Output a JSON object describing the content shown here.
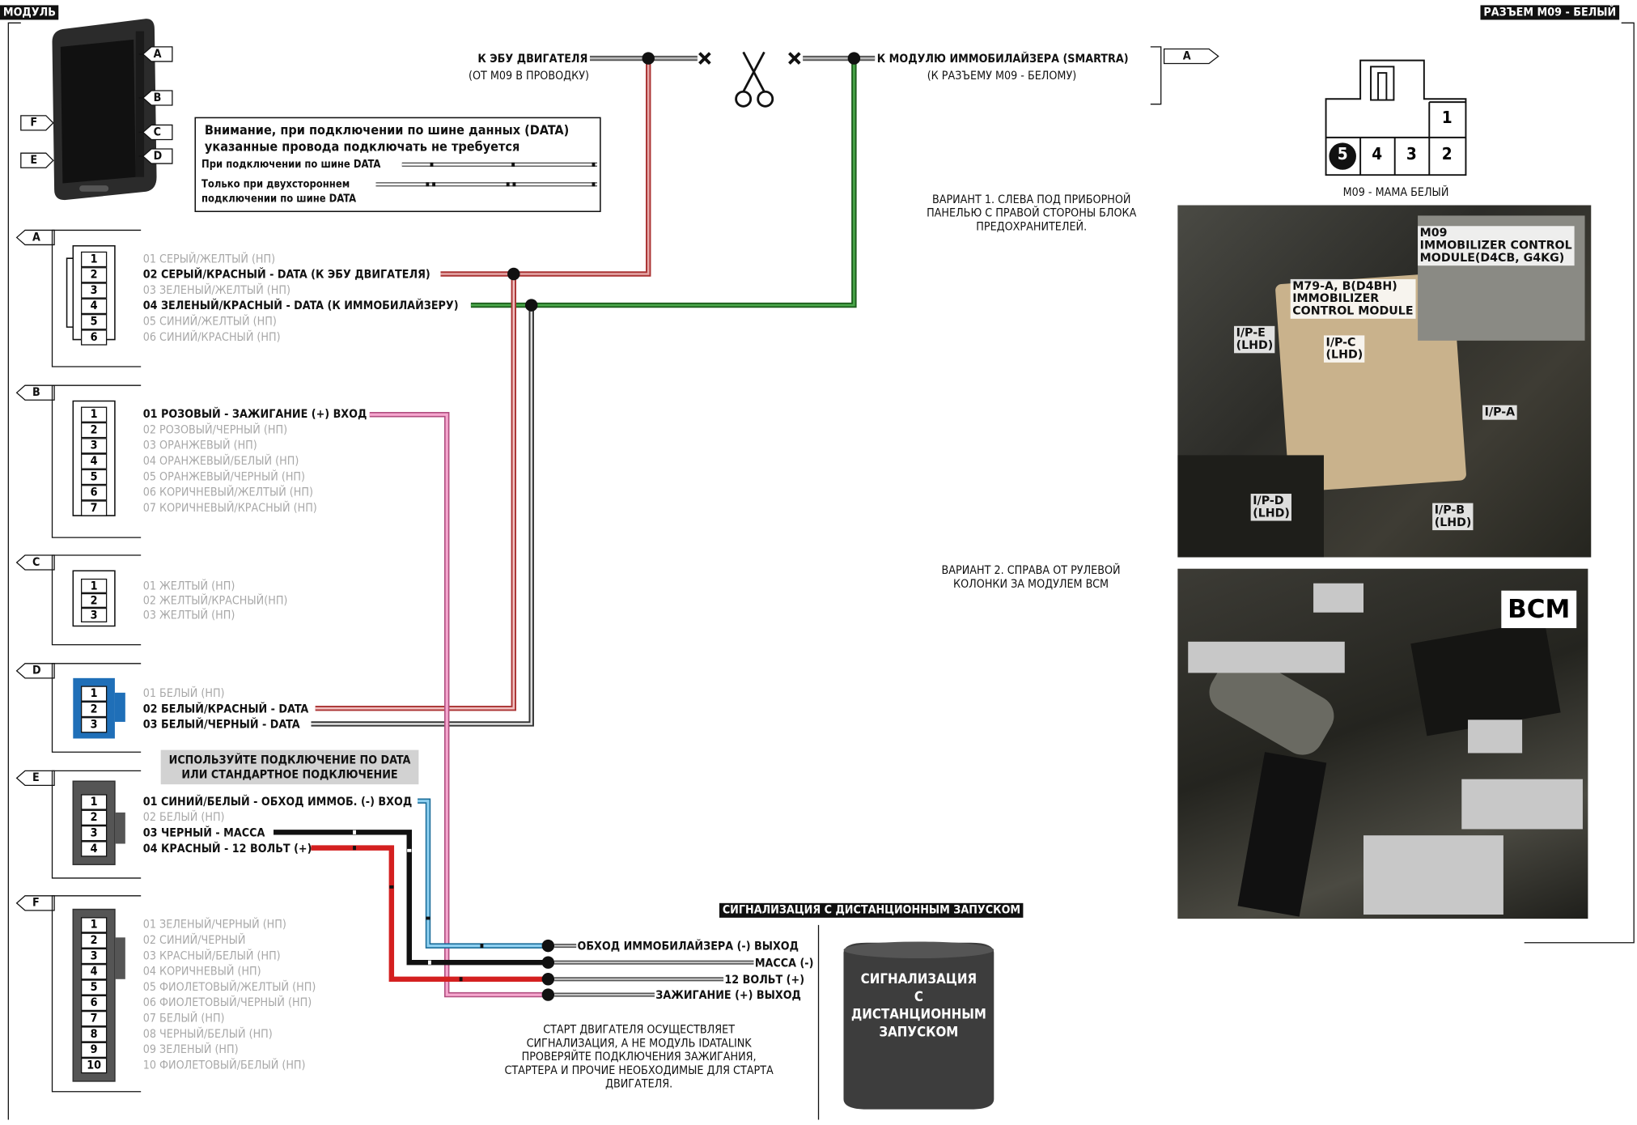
{
  "tags": {
    "module": "МОДУЛЬ",
    "connector": "РАЗЪЕМ M09 - БЕЛЫЙ",
    "alarm": "СИГНАЛИЗАЦИЯ С ДИСТАНЦИОННЫМ ЗАПУСКОМ"
  },
  "module_ports": {
    "a": "A",
    "b": "B",
    "c": "C",
    "d": "D",
    "e": "E",
    "f": "F"
  },
  "top": {
    "ecu_title": "К ЭБУ ДВИГАТЕЛЯ",
    "ecu_sub": "(ОТ M09 В ПРОВОДКУ)",
    "immo_title": "К МОДУЛЮ ИММОБИЛАЙЗЕРА (SMARTRA)",
    "immo_sub": "(К РАЗЪЕМУ M09 - БЕЛОМУ)",
    "cut_left": "✖",
    "cut_right": "✖",
    "scissors": "✂",
    "ref_tag": "A"
  },
  "notice": {
    "line1": "Внимание, при подключении по шине данных (DATA)",
    "line2": "указанные провода подключать не требуется",
    "row1": "При подключении по шине DATA",
    "row2a": "Только при двухстороннем",
    "row2b": "подключении по шине DATA"
  },
  "connector_m09": {
    "caption": "M09 - МАМА БЕЛЫЙ",
    "pins": [
      "1",
      "5",
      "4",
      "3",
      "2"
    ]
  },
  "variants": {
    "v1": "ВАРИАНТ 1.  СЛЕВА  ПОД ПРИБОРНОЙ ПАНЕЛЬЮ С ПРАВОЙ СТОРОНЫ БЛОКА ПРЕДОХРАНИТЕЛЕЙ.",
    "v2": "ВАРИАНТ 2. СПРАВА ОТ РУЛЕВОЙ КОЛОНКИ ЗА МОДУЛЕМ BCM"
  },
  "photo1_labels": {
    "m09a": "M09",
    "m09b": "IMMOBILIZER CONTROL",
    "m09c": "MODULE(D4CB, G4KG)",
    "m79a": "M79-A, B(D4BH)",
    "m79b": "IMMOBILIZER",
    "m79c": "CONTROL MODULE",
    "ipe": "I/P-E\n(LHD)",
    "ipc": "I/P-C\n(LHD)",
    "ipa": "I/P-A",
    "ipd": "I/P-D\n(LHD)",
    "ipb": "I/P-B\n(LHD)"
  },
  "photo2_labels": {
    "bcm": "BCM"
  },
  "conn_a": {
    "pins": [
      "1",
      "2",
      "3",
      "4",
      "5",
      "6"
    ],
    "wires": [
      "01 СЕРЫЙ/ЖЕЛТЫЙ (НП)",
      "02 СЕРЫЙ/КРАСНЫЙ - DATA (К ЭБУ ДВИГАТЕЛЯ)",
      "03 ЗЕЛЕНЫЙ/ЖЕЛТЫЙ (НП)",
      "04 ЗЕЛЕНЫЙ/КРАСНЫЙ - DATA (К ИММОБИЛАЙЗЕРУ)",
      "05 СИНИЙ/ЖЕЛТЫЙ (НП)",
      "06 СИНИЙ/КРАСНЫЙ (НП)"
    ]
  },
  "conn_b": {
    "pins": [
      "1",
      "2",
      "3",
      "4",
      "5",
      "6",
      "7"
    ],
    "wires": [
      "01 РОЗОВЫЙ - ЗАЖИГАНИЕ (+) ВХОД",
      "02 РОЗОВЫЙ/ЧЕРНЫЙ (НП)",
      "03 ОРАНЖЕВЫЙ (НП)",
      "04 ОРАНЖЕВЫЙ/БЕЛЫЙ (НП)",
      "05 ОРАНЖЕВЫЙ/ЧЕРНЫЙ (НП)",
      "06 КОРИЧНЕВЫЙ/ЖЕЛТЫЙ (НП)",
      "07 КОРИЧНЕВЫЙ/КРАСНЫЙ (НП)"
    ]
  },
  "conn_c": {
    "pins": [
      "1",
      "2",
      "3"
    ],
    "wires": [
      "01 ЖЕЛТЫЙ (НП)",
      "02 ЖЕЛТЫЙ/КРАСНЫЙ(НП)",
      "03 ЖЕЛТЫЙ (НП)"
    ]
  },
  "conn_d": {
    "pins": [
      "1",
      "2",
      "3"
    ],
    "wires": [
      "01 БЕЛЫЙ (НП)",
      "02 БЕЛЫЙ/КРАСНЫЙ - DATA",
      "03 БЕЛЫЙ/ЧЕРНЫЙ - DATA"
    ]
  },
  "data_note": {
    "line1": "ИСПОЛЬЗУЙТЕ  ПОДКЛЮЧЕНИЕ ПО DATA",
    "line2": "ИЛИ  СТАНДАРТНОЕ ПОДКЛЮЧЕНИЕ"
  },
  "conn_e": {
    "pins": [
      "1",
      "2",
      "3",
      "4"
    ],
    "wires": [
      "01 СИНИЙ/БЕЛЫЙ - ОБХОД ИММОБ. (-) ВХОД",
      "02 БЕЛЫЙ (НП)",
      "03 ЧЕРНЫЙ - МАССА",
      "04 КРАСНЫЙ - 12 ВОЛЬТ (+)"
    ]
  },
  "conn_f": {
    "pins": [
      "1",
      "2",
      "3",
      "4",
      "5",
      "6",
      "7",
      "8",
      "9",
      "10"
    ],
    "wires": [
      "01 ЗЕЛЕНЫЙ/ЧЕРНЫЙ (НП)",
      "02 СИНИЙ/ЧЕРНЫЙ",
      "03 КРАСНЫЙ/БЕЛЫЙ (НП)",
      "04 КОРИЧНЕВЫЙ (НП)",
      "05 ФИОЛЕТОВЫЙ/ЖЕЛТЫЙ (НП)",
      "06 ФИОЛЕТОВЫЙ/ЧЕРНЫЙ (НП)",
      "07 БЕЛЫЙ (НП)",
      "08 ЧЕРНЫЙ/БЕЛЫЙ (НП)",
      "09 ЗЕЛЕНЫЙ (НП)",
      "10 ФИОЛЕТОВЫЙ/БЕЛЫЙ (НП)"
    ]
  },
  "alarm_outputs": [
    "ОБХОД ИММОБИЛАЙЗЕРА (-) ВЫХОД",
    "МАССА (-)",
    "12 ВОЛЬТ (+)",
    "ЗАЖИГАНИЕ (+) ВЫХОД"
  ],
  "alarm_device": {
    "l1": "СИГНАЛИЗАЦИЯ",
    "l2": "С",
    "l3": "ДИСТАНЦИОННЫМ",
    "l4": "ЗАПУСКОМ"
  },
  "start_note": "СТАРТ ДВИГАТЕЛЯ ОСУЩЕСТВЛЯЕТ СИГНАЛИЗАЦИЯ, А НЕ МОДУЛЬ IDATALINK ПРОВЕРЯЙТЕ ПОДКЛЮЧЕНИЯ ЗАЖИГАНИЯ, СТАРТЕРА И ПРОЧИЕ НЕОБХОДИМЫЕ ДЛЯ СТАРТА ДВИГАТЕЛЯ.",
  "colors": {
    "gray_red": "#d98a8a",
    "gray_green": "#3a8a3a",
    "pink": "#e889b6",
    "blue": "#5ab4e0",
    "black": "#111111",
    "red": "#d42020",
    "connector_d": "#1f6fb8"
  }
}
